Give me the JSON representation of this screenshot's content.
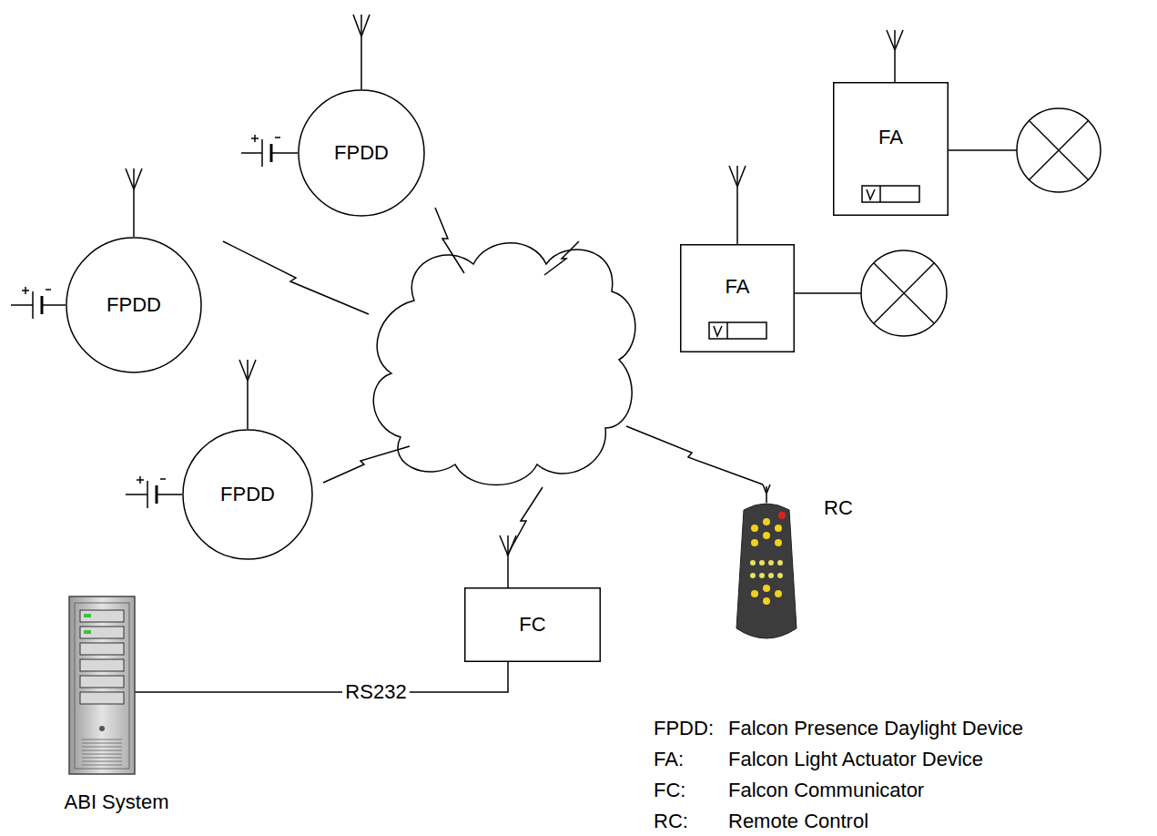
{
  "diagram": {
    "nodes": [
      {
        "text": [
          "FPDD"
        ]
      },
      {
        "text": [
          "FA"
        ]
      },
      {
        "text": [
          "FPDD"
        ]
      },
      {
        "text": [
          "FA"
        ]
      },
      {
        "text": [
          "FPDD"
        ]
      },
      {
        "text": [
          "RC"
        ]
      },
      {
        "text": [
          "FC"
        ]
      },
      {
        "text": [
          "ABI System"
        ]
      }
    ],
    "edges": [
      {
        "from": 6,
        "to": 7,
        "label": "RS232",
        "arrow": "none"
      }
    ],
    "labels": [
      "FPDD:",
      "Falcon Presence Daylight Device",
      "FA:",
      "Falcon Light Actuator Device",
      "FC:",
      "Falcon Communicator",
      "RC:",
      "Remote Control"
    ]
  }
}
